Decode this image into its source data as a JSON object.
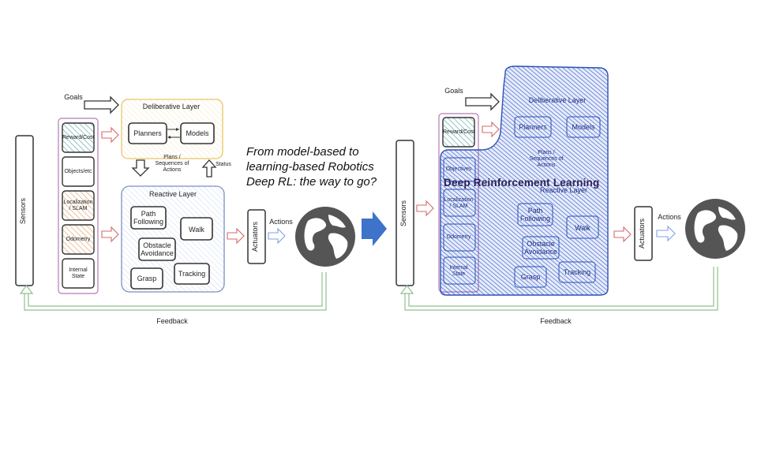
{
  "left": {
    "goals": "Goals",
    "deliberative_layer": "Deliberative Layer",
    "planners": "Planners",
    "models": "Models",
    "plans": "Plans / Sequences of Actions",
    "status": "Status",
    "reactive_layer": "Reactive Layer",
    "path_following": "Path Following",
    "walk": "Walk",
    "obstacle_avoidance": "Obstacle Avoidance",
    "grasp": "Grasp",
    "tracking": "Tracking",
    "sensors": "Sensors",
    "actuators": "Actuators",
    "actions": "Actions",
    "feedback": "Feedback",
    "state_items": [
      "Reward/Cost",
      "Objects/etc",
      "Localization / SLAM",
      "Odometry",
      "Internal State"
    ]
  },
  "center_text": [
    "From model-based to",
    "learning-based Robotics",
    "Deep RL: the way to go?"
  ],
  "right": {
    "goals": "Goals",
    "deliberative_layer": "Deliberative Layer",
    "planners": "Planners",
    "models": "Models",
    "plans": "Plans / Sequences of Actions",
    "reactive_layer": "Reactive Layer",
    "path_following": "Path Following",
    "walk": "Walk",
    "obstacle_avoidance": "Obstacle Avoidance",
    "grasp": "Grasp",
    "tracking": "Tracking",
    "sensors": "Sensors",
    "actuators": "Actuators",
    "actions": "Actions",
    "feedback": "Feedback",
    "state_items": [
      "Reward/Cost",
      "Objectives",
      "Localization / SLAM",
      "Odometry",
      "Internal State"
    ],
    "overlay": "Deep Reinforcement Learning"
  },
  "colors": {
    "teal": "#5aa6a6",
    "orange": "#e2a066",
    "yellow": "#e9c567",
    "blue_hatch": "#3a5fd0",
    "red_arrow": "#d46a6a",
    "blue_arrow": "#7fa3e0",
    "green_feedback": "#8fc08f",
    "center_arrow": "#3d73c9"
  },
  "icons": [
    "globe-icon",
    "right-arrow-icon"
  ]
}
